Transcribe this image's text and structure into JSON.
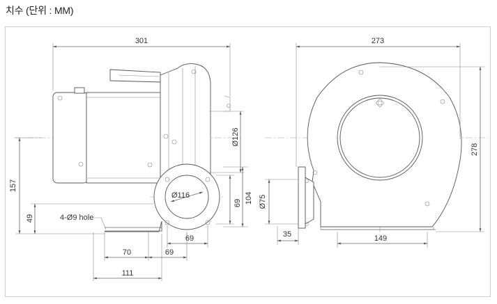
{
  "header": {
    "title": "치수 (단위 : MM)"
  },
  "side_view": {
    "overall_length": "301",
    "total_height": "157",
    "base_height": "49",
    "hole_label": "4-Ø9 hole",
    "outlet_diameter": "Ø126",
    "flange_diameter": "Ø116",
    "flange_height": "104",
    "flange_offset": "69",
    "bottom_flange_width": "69",
    "base_spacing_a": "70",
    "base_spacing_b": "69",
    "base_width": "111"
  },
  "front_view": {
    "overall_width": "273",
    "overall_height": "278",
    "inlet_diameter": "Ø75",
    "outlet_offset": "35",
    "base_width": "149"
  }
}
